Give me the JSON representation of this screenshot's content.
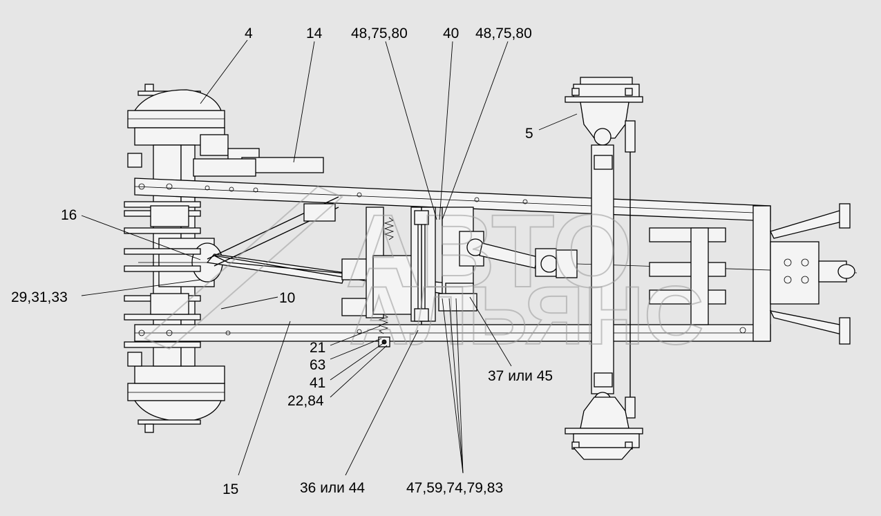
{
  "callouts": [
    {
      "id": "c4",
      "text": "4"
    },
    {
      "id": "c14",
      "text": "14"
    },
    {
      "id": "c48a",
      "text": "48,75,80"
    },
    {
      "id": "c40",
      "text": "40"
    },
    {
      "id": "c48b",
      "text": "48,75,80"
    },
    {
      "id": "c5",
      "text": "5"
    },
    {
      "id": "c16",
      "text": "16"
    },
    {
      "id": "c29",
      "text": "29,31,33"
    },
    {
      "id": "c10",
      "text": "10"
    },
    {
      "id": "c21",
      "text": "21"
    },
    {
      "id": "c63",
      "text": "63"
    },
    {
      "id": "c41",
      "text": "41"
    },
    {
      "id": "c22",
      "text": "22,84"
    },
    {
      "id": "c37",
      "text": "37 или 45"
    },
    {
      "id": "c15",
      "text": "15"
    },
    {
      "id": "c36",
      "text": "36 или 44"
    },
    {
      "id": "c47",
      "text": "47,59,74,79,83"
    }
  ],
  "watermark": {
    "line1": "АВТО",
    "line2": "АЛЬЯНС"
  }
}
